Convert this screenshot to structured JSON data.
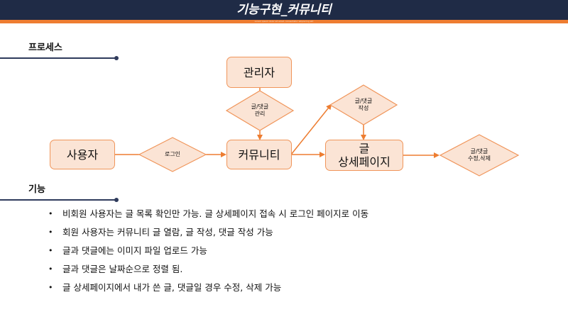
{
  "header": {
    "title": "기능구현_커뮤니티",
    "subtitle": "Lorem ipsum dolor sit amet, consectetur adipiscing elit",
    "colors": {
      "bar": "#1f2b46",
      "accent": "#ee7d31"
    }
  },
  "process": {
    "heading": "프로세스",
    "nodes": {
      "user": "사용자",
      "admin": "관리자",
      "community": "커뮤니티",
      "post_detail": "글\n상세페이지"
    },
    "decisions": {
      "login": "로그인",
      "manage": "글/댓글\n관리",
      "write": "글/댓글\n작성",
      "edit_delete": "글/댓글\n수정,삭제"
    },
    "colors": {
      "node_fill": "#fbe4d5",
      "node_border": "#f0955a",
      "arrow": "#ed7d31"
    }
  },
  "features": {
    "heading": "기능",
    "items": [
      "비회원 사용자는 글 목록 확인만 가능. 글 상세페이지 접속 시 로그인 페이지로 이동",
      "회원 사용자는 커뮤니티 글 열람, 글 작성, 댓글 작성 가능",
      "글과 댓글에는 이미지 파일 업로드 가능",
      "글과 댓글은 날짜순으로 정렬 됨.",
      "글 상세페이지에서 내가 쓴 글, 댓글일 경우 수정, 삭제 가능"
    ]
  }
}
